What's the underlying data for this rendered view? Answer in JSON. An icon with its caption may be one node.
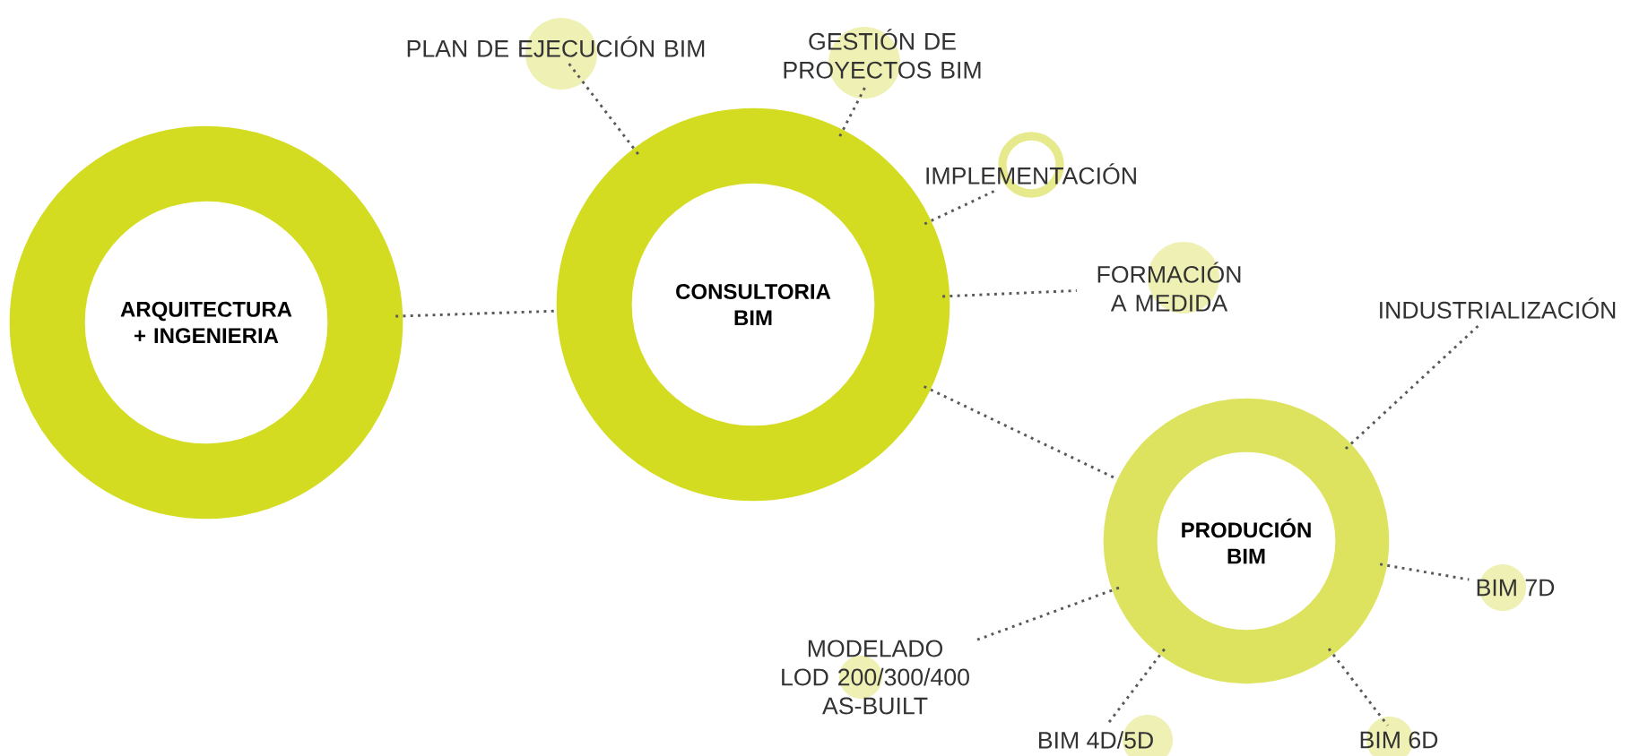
{
  "diagram": {
    "nodes": [
      {
        "text": [
          "ARQUITECTURA + INGENIERIA"
        ]
      },
      {
        "text": [
          "CONSULTORIA BIM"
        ]
      },
      {
        "text": [
          "PRODUCIÓN BIM"
        ]
      },
      {
        "text": [
          "PLAN DE EJECUCIÓN BIM"
        ]
      },
      {
        "text": [
          "GESTIÓN DE PROYECTOS BIM"
        ]
      },
      {
        "text": [
          "IMPLEMENTACIÓN"
        ]
      },
      {
        "text": [
          "FORMACIÓN A MEDIDA"
        ]
      },
      {
        "text": [
          "INDUSTRIALIZACIÓN"
        ]
      },
      {
        "text": [
          "BIM 7D"
        ]
      },
      {
        "text": [
          "MODELADO LOD 200/300/400 AS-BUILT"
        ]
      },
      {
        "text": [
          "BIM 4D/5D"
        ]
      },
      {
        "text": [
          "BIM 6D"
        ]
      }
    ],
    "edges": [
      {
        "from": 0,
        "to": 1,
        "arrow": "none"
      },
      {
        "from": 1,
        "to": 3,
        "arrow": "none"
      },
      {
        "from": 1,
        "to": 4,
        "arrow": "none"
      },
      {
        "from": 1,
        "to": 5,
        "arrow": "none"
      },
      {
        "from": 1,
        "to": 6,
        "arrow": "none"
      },
      {
        "from": 1,
        "to": 2,
        "arrow": "none"
      },
      {
        "from": 2,
        "to": 7,
        "arrow": "none"
      },
      {
        "from": 2,
        "to": 8,
        "arrow": "none"
      },
      {
        "from": 2,
        "to": 9,
        "arrow": "none"
      },
      {
        "from": 2,
        "to": 10,
        "arrow": "none"
      },
      {
        "from": 2,
        "to": 11,
        "arrow": "none"
      }
    ]
  }
}
